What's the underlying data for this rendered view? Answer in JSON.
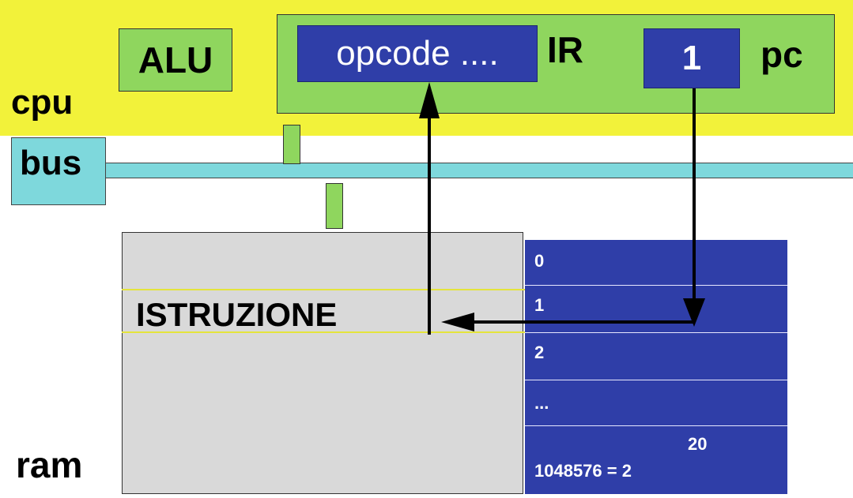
{
  "cpu": {
    "label": "cpu",
    "alu_label": "ALU",
    "ir_value": "opcode ....",
    "ir_label": "IR",
    "pc_value": "1",
    "pc_label": "pc"
  },
  "bus": {
    "label": "bus"
  },
  "ram": {
    "label": "ram",
    "instruction_label": "ISTRUZIONE",
    "addresses": [
      "0",
      "1",
      "2",
      "...",
      "1048576 = 2"
    ],
    "last_address_exponent": "20"
  },
  "colors": {
    "cpu_band": "#f2f23a",
    "unit_green": "#8fd65e",
    "register_blue": "#2f3ea8",
    "bus_cyan": "#7ed8dc",
    "ram_gray": "#d9d9d9"
  }
}
